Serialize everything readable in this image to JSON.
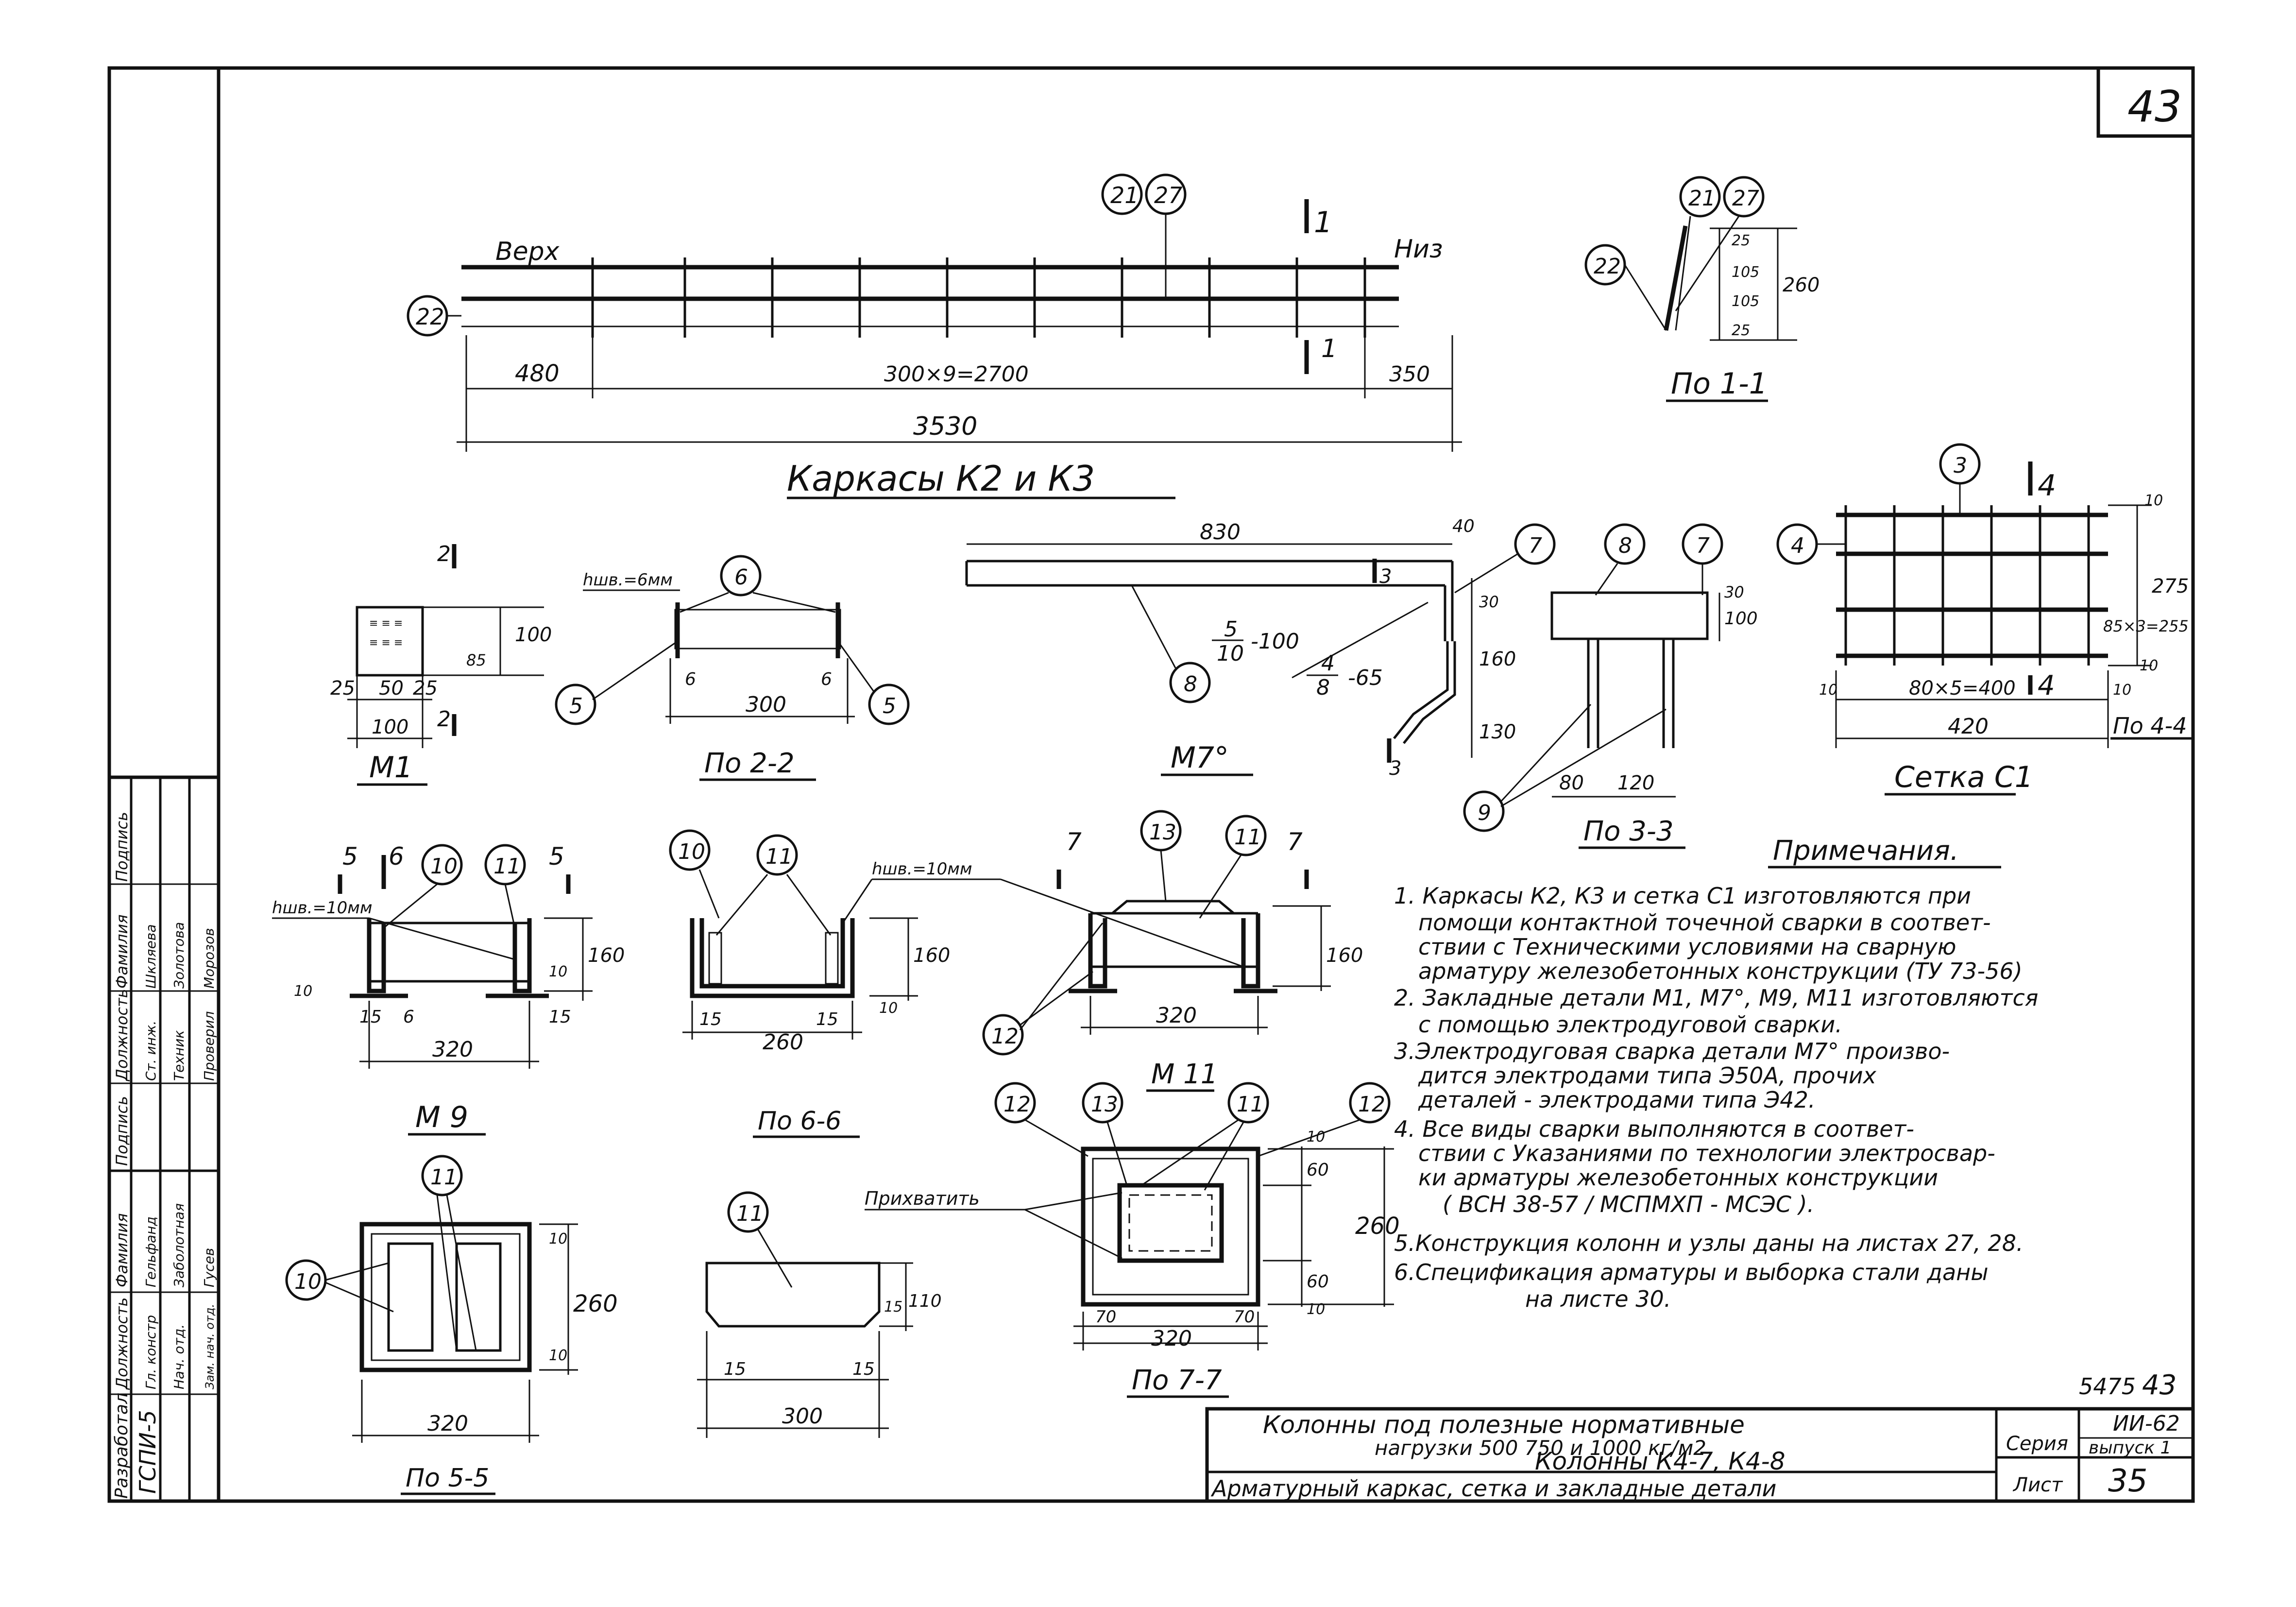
{
  "sheet_number": "43",
  "drawings": {
    "frame_k2k3": {
      "label_top": "Верх",
      "label_bottom": "Низ",
      "marks": [
        "21",
        "27",
        "22"
      ],
      "section_label": "1",
      "dims": [
        "480",
        "300×9=2700",
        "350",
        "3530"
      ],
      "title": "Каркасы К2 и К3"
    },
    "section_1_1": {
      "marks": [
        "21",
        "27",
        "22"
      ],
      "dims": [
        "25",
        "105",
        "105",
        "25",
        "260"
      ],
      "title": "По 1-1"
    },
    "m1": {
      "dims": [
        "100",
        "25",
        "50",
        "25",
        "100",
        "85"
      ],
      "section": "2",
      "title": "М1"
    },
    "section_2_2": {
      "weld": "hшв.=6мм",
      "marks": [
        "6",
        "5",
        "5"
      ],
      "dims": [
        "6",
        "300",
        "6"
      ],
      "title": "По 2-2"
    },
    "m7": {
      "dims": [
        "830",
        "40",
        "30",
        "160",
        "130"
      ],
      "rebar1": "5",
      "rebar1b": "10",
      "rebar1c": "-100",
      "rebar2": "4",
      "rebar2b": "8",
      "rebar2c": "-65",
      "marks": [
        "7",
        "8",
        "9"
      ],
      "section": "3",
      "title": "М7°"
    },
    "section_3_3": {
      "marks": [
        "8",
        "7",
        "9"
      ],
      "dims": [
        "30",
        "100",
        "80",
        "120"
      ],
      "title": "По 3-3"
    },
    "mesh_c1": {
      "marks": [
        "3",
        "4"
      ],
      "section": "4",
      "dims": [
        "10",
        "85×3=255",
        "275",
        "10",
        "10",
        "80×5=400",
        "420",
        "10"
      ],
      "title": "Сетка С1"
    },
    "section_4_4": {
      "title": "По 4-4"
    },
    "m9": {
      "weld": "hшв.=10мм",
      "marks": [
        "10",
        "11"
      ],
      "sections": [
        "5",
        "6",
        "5"
      ],
      "dims": [
        "160",
        "10",
        "10",
        "15",
        "6",
        "15",
        "320"
      ],
      "title": "М 9"
    },
    "section_6_6": {
      "weld": "hшв.=10мм",
      "marks": [
        "10",
        "11"
      ],
      "dims": [
        "160",
        "15",
        "260",
        "15",
        "10"
      ],
      "title": "По 6-6"
    },
    "m11": {
      "marks": [
        "13",
        "11",
        "12"
      ],
      "sections": [
        "7",
        "7"
      ],
      "dims": [
        "160",
        "320"
      ],
      "title": "М 11"
    },
    "section_5_5": {
      "marks": [
        "11",
        "10"
      ],
      "dims": [
        "10",
        "260",
        "10",
        "320"
      ],
      "title": "По 5-5"
    },
    "plate_11": {
      "marks": [
        "11"
      ],
      "dims": [
        "15",
        "110",
        "15",
        "15",
        "300"
      ]
    },
    "section_7_7": {
      "marks": [
        "12",
        "13",
        "11",
        "12"
      ],
      "label": "Прихватить",
      "dims": [
        "10",
        "60",
        "260",
        "60",
        "10",
        "70",
        "320",
        "70"
      ],
      "title": "По 7-7"
    }
  },
  "notes": {
    "title": "Примечания.",
    "items": [
      "1. Каркасы К2, К3 и сетка С1 изготовляются при",
      "помощи контактной точечной сварки в соответ-",
      "ствии с Техническими условиями на сварную",
      "арматуру железобетонных конструкции (ТУ 73-56)",
      "2. Закладные детали М1, М7°, М9, М11 изготовляются",
      "с помощью электродуговой сварки.",
      "3.Электродуговая сварка детали М7° произво-",
      "дится электродами типа Э50А, прочих",
      "деталей - электродами типа Э42.",
      "4. Все виды сварки выполняются в соответ-",
      "ствии с Указаниями по технологии электросвар-",
      "ки арматуры железобетонных конструкции",
      "( ВСН 38-57 / МСПМХП - МСЭС ).",
      "5.Конструкция колонн и узлы даны на листах 27, 28.",
      "6.Спецификация арматуры и выборка стали даны",
      "на листе 30."
    ]
  },
  "stamp": {
    "code": "5475",
    "code_sheet": "43",
    "title_line1": "Колонны под полезные нормативные",
    "title_line2": "нагрузки 500 750 и 1000 кг/м2",
    "title_line3": "Колонны К4-7, К4-8",
    "title_line4": "Арматурный каркас, сетка и закладные детали",
    "series_label": "Серия",
    "series_value": "ИИ-62",
    "issue_value": "выпуск 1",
    "sheet_label": "Лист",
    "sheet_value": "35"
  },
  "side_stamp": {
    "org": "ГСПИ-5",
    "developed": "Разработал",
    "position_header": "Должность",
    "surname_header": "Фамилия",
    "signature_header": "Подпись",
    "rows": [
      [
        "Гл. констр",
        "Гельфанд",
        ""
      ],
      [
        "Нач. отд.",
        "Заболотная",
        ""
      ],
      [
        "Зам. нач. отд.",
        "Гусев",
        ""
      ]
    ],
    "rows2": [
      [
        "Ст. инж.",
        "Шкляева",
        ""
      ],
      [
        "Техник",
        "Золотова",
        ""
      ],
      [
        "Проверил",
        "Морозов",
        ""
      ]
    ]
  }
}
